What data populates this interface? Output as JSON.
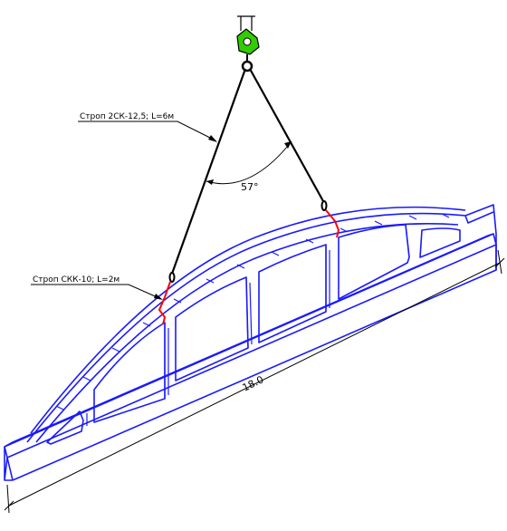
{
  "diagram": {
    "sling_upper_label": "Строп 2СК-12,5; L=6м",
    "sling_lower_label": "Строп СКК-10; L=2м",
    "angle_label": "57°",
    "span_label": "18.0",
    "colors": {
      "truss": "#1a1aff",
      "sling": "#000000",
      "choker": "#ff0000",
      "hook": "#33cc00"
    }
  }
}
